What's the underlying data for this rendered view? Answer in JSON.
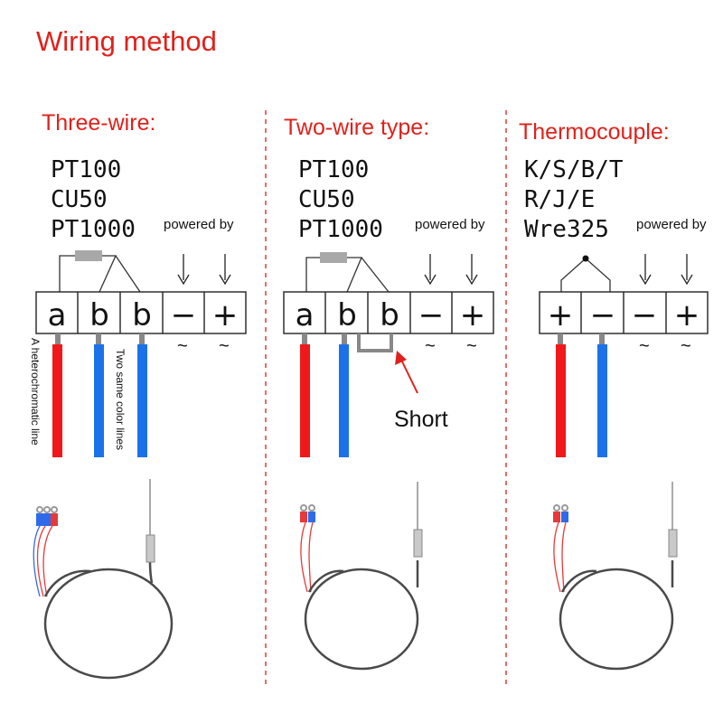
{
  "title": "Wiring method",
  "sections": [
    {
      "heading": "Three-wire:",
      "sensors": [
        "PT100",
        "CU50",
        "PT1000"
      ],
      "powered": "powered by",
      "terminals": [
        "a",
        "b",
        "b",
        "−",
        "+"
      ],
      "tildes": [
        "~",
        "~"
      ],
      "annotations": [
        "A heterochromatic line",
        "Two same color lines"
      ]
    },
    {
      "heading": "Two-wire type:",
      "sensors": [
        "PT100",
        "CU50",
        "PT1000"
      ],
      "powered": "powered by",
      "terminals": [
        "a",
        "b",
        "b",
        "−",
        "+"
      ],
      "tildes": [
        "~",
        "~"
      ],
      "short_label": "Short"
    },
    {
      "heading": "Thermocouple:",
      "sensors": [
        "K/S/B/T",
        "R/J/E",
        "Wre325"
      ],
      "powered": "powered by",
      "terminals": [
        "+",
        "−",
        "−",
        "+"
      ],
      "tildes": [
        "~",
        "~"
      ]
    }
  ],
  "colors": {
    "accent_red": "#e0211b",
    "wire_red": "#f0181a",
    "wire_blue": "#1b72e8",
    "divider": "#e86a6a",
    "cable": "#4a4a4a"
  }
}
